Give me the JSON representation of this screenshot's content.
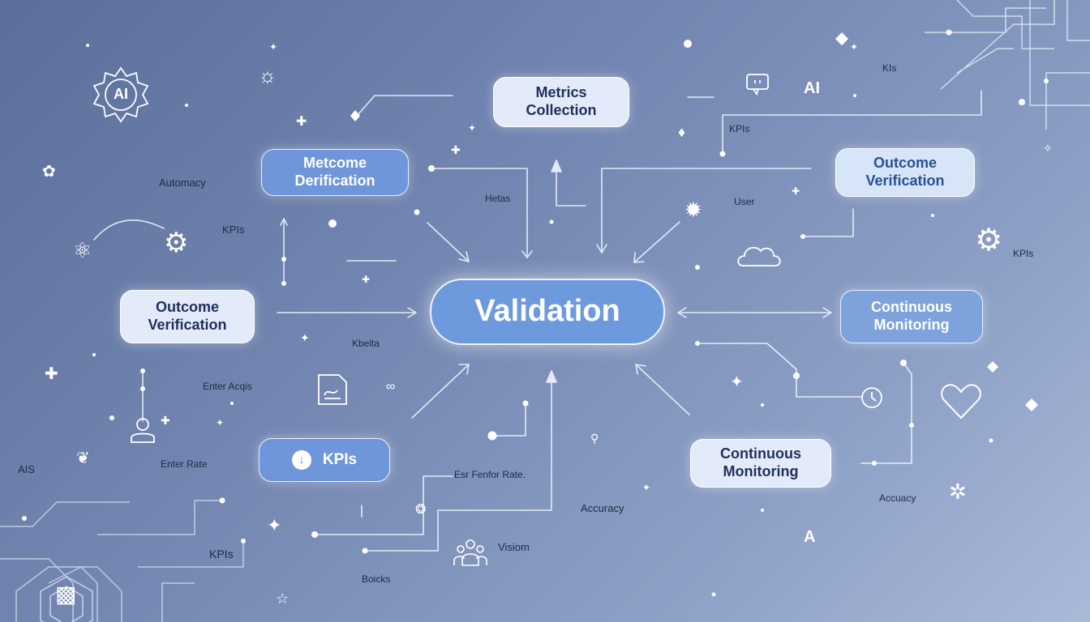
{
  "nodes": {
    "center": "Validation",
    "metrics": [
      "Metrics",
      "Collection"
    ],
    "metcome": [
      "Metcome",
      "Derification"
    ],
    "outcome_right": [
      "Outcome",
      "Verification"
    ],
    "outcome_left": [
      "Outcome",
      "Verification"
    ],
    "continuous_right": [
      "Continuous",
      "Monitoring"
    ],
    "continuous_bottom": [
      "Continuous",
      "Monitoring"
    ],
    "kpis": "KPIs"
  },
  "labels": {
    "automacy": "Automacy",
    "kpis_left": "KPIs",
    "hetas": "Hetas",
    "kpis_top": "KPIs",
    "user": "User",
    "kis": "KIs",
    "kpis_right": "KPIs",
    "kbelta": "Kbelta",
    "enter_acqis": "Enter Acqis",
    "ais": "AIS",
    "enter_rate": "Enter Rate",
    "esr_rate": "Esr Fenfor Rate.",
    "accuracy_center": "Accuracy",
    "accuacy_right": "Accuacy",
    "kpis_bottom": "KPIs",
    "vision": "Visiom",
    "boicks": "Boicks",
    "ai_top": "AI",
    "ai_badge": "AI",
    "a_bottom": "A"
  },
  "icons": [
    "ai-badge-icon",
    "sun-icon",
    "gear-icon",
    "bug-icon",
    "robot-icon",
    "chat-icon",
    "cloud-icon",
    "clock-icon",
    "heart-icon",
    "document-icon",
    "person-icon",
    "people-icon",
    "sparkle-icon",
    "diamond-icon"
  ],
  "colors": {
    "background_start": "#5b6f9a",
    "background_end": "#aab9d8",
    "node_light": "#e3ebfa",
    "node_blue": "#6f96da",
    "center_node": "#6d99dd"
  }
}
